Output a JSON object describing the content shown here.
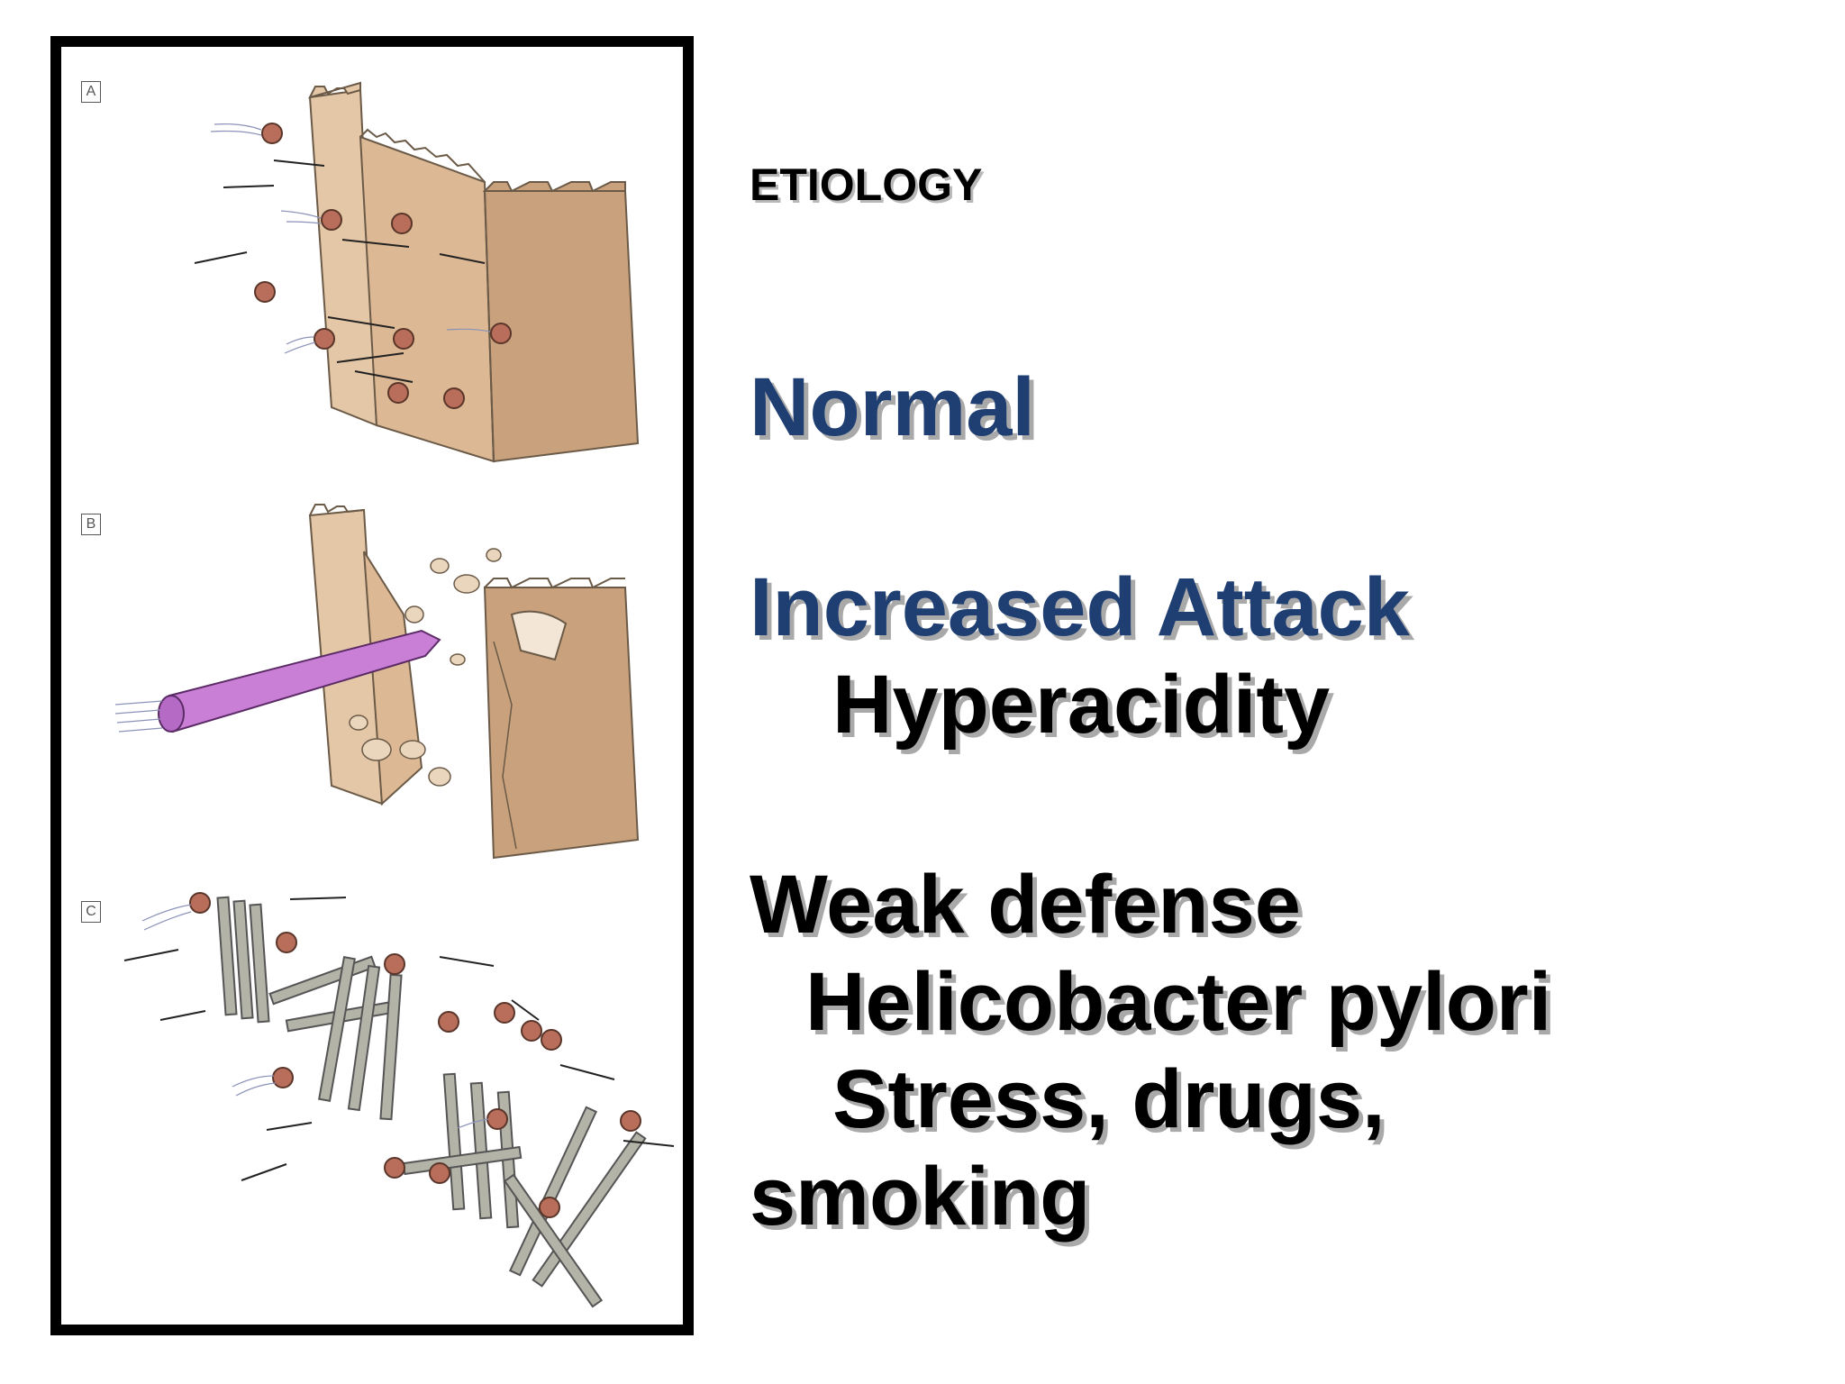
{
  "figure": {
    "panels": [
      {
        "letter": "A"
      },
      {
        "letter": "B"
      },
      {
        "letter": "C"
      }
    ]
  },
  "text": {
    "heading": "ETIOLOGY",
    "normal": "Normal",
    "increased_attack": "Increased Attack",
    "hyperacidity": "Hyperacidity",
    "weak_defense": "Weak defense",
    "helicobacter": "Helicobacter pylori",
    "stress_drugs": "Stress, drugs,",
    "smoking": "smoking"
  },
  "colors": {
    "heading_blue": "#1f3f73",
    "text_black": "#000000",
    "shadow_gray": "#a9a9a9",
    "wall_tan": "#d9b48f",
    "ball": "#b86e5a",
    "rod_purple": "#c97fd6",
    "fence_gray": "#9a9a90"
  }
}
